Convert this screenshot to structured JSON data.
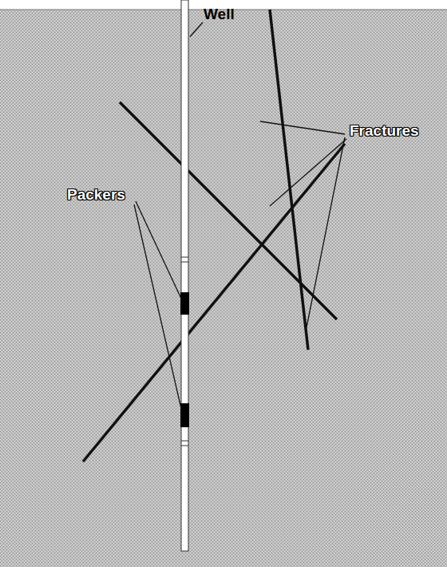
{
  "diagram": {
    "labels": [
      "Well",
      "Fractures",
      "Packers"
    ]
  }
}
